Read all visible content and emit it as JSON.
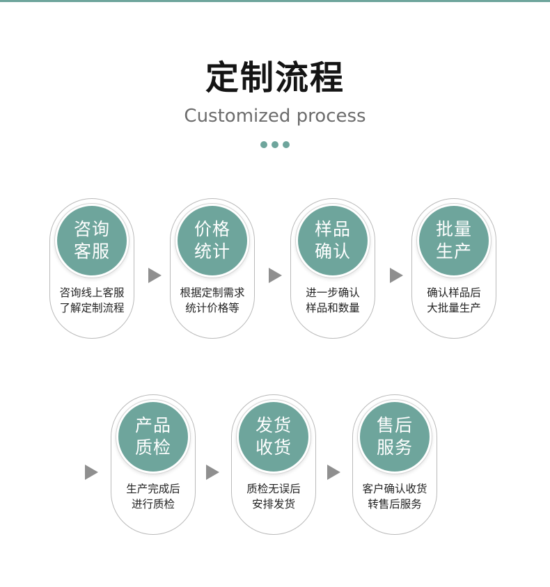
{
  "header": {
    "title": "定制流程",
    "subtitle": "Customized process"
  },
  "accent_color": "#6ea59c",
  "arrow_icon": "right-triangle",
  "steps": [
    {
      "badge_line1": "咨询",
      "badge_line2": "客服",
      "desc_line1": "咨询线上客服",
      "desc_line2": "了解定制流程"
    },
    {
      "badge_line1": "价格",
      "badge_line2": "统计",
      "desc_line1": "根据定制需求",
      "desc_line2": "统计价格等"
    },
    {
      "badge_line1": "样品",
      "badge_line2": "确认",
      "desc_line1": "进一步确认",
      "desc_line2": "样品和数量"
    },
    {
      "badge_line1": "批量",
      "badge_line2": "生产",
      "desc_line1": "确认样品后",
      "desc_line2": "大批量生产"
    },
    {
      "badge_line1": "产品",
      "badge_line2": "质检",
      "desc_line1": "生产完成后",
      "desc_line2": "进行质检"
    },
    {
      "badge_line1": "发货",
      "badge_line2": "收货",
      "desc_line1": "质检无误后",
      "desc_line2": "安排发货"
    },
    {
      "badge_line1": "售后",
      "badge_line2": "服务",
      "desc_line1": "客户确认收货",
      "desc_line2": "转售后服务"
    }
  ]
}
